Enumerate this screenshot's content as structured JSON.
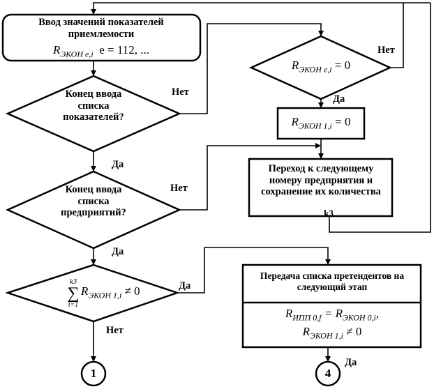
{
  "blocks": {
    "input_indicators": {
      "title": "Ввод значений показателей приемлемости",
      "formula_var": "R",
      "formula_sub": "ЭКОН e,i",
      "formula_rest": "e = 112, ..."
    },
    "decision_end_indicators": {
      "text": "Конец ввода списка показателей?"
    },
    "decision_r_zero": {
      "formula_var": "R",
      "formula_sub": "ЭКОН e,i",
      "formula_rest": "= 0"
    },
    "assign_r1_zero": {
      "formula_var": "R",
      "formula_sub": "ЭКОН 1,i",
      "formula_rest": "= 0"
    },
    "next_enterprise": {
      "text": "Переход к следующему номеру предприятия и сохранение их количества",
      "tail": "k3"
    },
    "decision_end_enterprises": {
      "text": "Конец ввода списка предприятий?"
    },
    "decision_sum": {
      "sum_top": "k3",
      "sum_bottom": "i=1",
      "formula_var": "R",
      "formula_sub": "ЭКОН 1,i",
      "formula_rest": "≠ 0"
    },
    "transfer_list": {
      "title": "Передача списка претендентов на следующий этап",
      "line1_var": "R",
      "line1_sub": "ИПП 0,f",
      "line1_mid": "= R",
      "line1_sub2": "ЭКОН 0,i",
      "line1_end": ",",
      "line2_var": "R",
      "line2_sub": "ЭКОН 1,i",
      "line2_rest": "≠ 0"
    }
  },
  "labels": {
    "no1": "Нет",
    "no2": "Нет",
    "no3": "Нет",
    "no4": "Нет",
    "yes1": "Да",
    "yes2": "Да",
    "yes3": "Да",
    "yes4": "Да",
    "yes5": "Да"
  },
  "connectors": {
    "c1": "1",
    "c4": "4"
  }
}
